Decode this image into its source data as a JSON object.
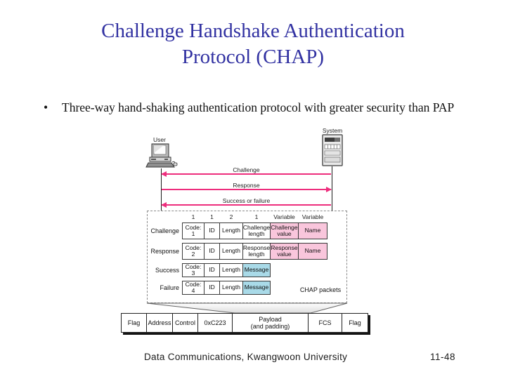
{
  "slide": {
    "title_line1": "Challenge Handshake Authentication",
    "title_line2": "Protocol (CHAP)",
    "bullet_marker": "•",
    "bullet_text": "Three-way hand-shaking authentication protocol with greater security than PAP",
    "footer": "Data Communications, Kwangwoon University",
    "page_number": "11-48"
  },
  "diagram": {
    "user_label": "User",
    "system_label": "System",
    "arrows": [
      {
        "label": "Challenge",
        "direction": "left"
      },
      {
        "label": "Response",
        "direction": "right"
      },
      {
        "label": "Success or failure",
        "direction": "left"
      }
    ],
    "packet_table": {
      "col_headers": [
        "1",
        "1",
        "2",
        "1",
        "Variable",
        "Variable"
      ],
      "rows": [
        {
          "label": "Challenge",
          "cells": [
            {
              "text": "Code: 1",
              "fill": "#ffffff"
            },
            {
              "text": "ID",
              "fill": "#ffffff"
            },
            {
              "text": "Length",
              "fill": "#ffffff"
            },
            {
              "text": "Challenge length",
              "fill": "#ffffff"
            },
            {
              "text": "Challenge value",
              "fill": "#f9c6dc"
            },
            {
              "text": "Name",
              "fill": "#f9c6dc"
            }
          ]
        },
        {
          "label": "Response",
          "cells": [
            {
              "text": "Code: 2",
              "fill": "#ffffff"
            },
            {
              "text": "ID",
              "fill": "#ffffff"
            },
            {
              "text": "Length",
              "fill": "#ffffff"
            },
            {
              "text": "Response length",
              "fill": "#ffffff"
            },
            {
              "text": "Response value",
              "fill": "#f9c6dc"
            },
            {
              "text": "Name",
              "fill": "#f9c6dc"
            }
          ]
        },
        {
          "label": "Success",
          "cells": [
            {
              "text": "Code: 3",
              "fill": "#ffffff"
            },
            {
              "text": "ID",
              "fill": "#ffffff"
            },
            {
              "text": "Length",
              "fill": "#ffffff"
            },
            {
              "text": "Message",
              "fill": "#a9dae8"
            }
          ]
        },
        {
          "label": "Failure",
          "cells": [
            {
              "text": "Code: 4",
              "fill": "#ffffff"
            },
            {
              "text": "ID",
              "fill": "#ffffff"
            },
            {
              "text": "Length",
              "fill": "#ffffff"
            },
            {
              "text": "Message",
              "fill": "#a9dae8"
            }
          ]
        }
      ],
      "caption": "CHAP packets"
    },
    "frame": {
      "cells": [
        {
          "text": "Flag",
          "fill": "#fef200"
        },
        {
          "text": "Address",
          "fill": "#b2d235"
        },
        {
          "text": "Control",
          "fill": "#d9a97e"
        },
        {
          "text": "0xC223",
          "fill": "#ffffff"
        },
        {
          "text": "Payload",
          "subtext": "(and padding)",
          "fill": "#a7d8e6"
        },
        {
          "text": "FCS",
          "fill": "#d9a97e"
        },
        {
          "text": "Flag",
          "fill": "#fef200"
        }
      ]
    },
    "icons": {
      "user": "desktop-computer-icon",
      "system": "server-icon"
    },
    "colors": {
      "title": "#3232a2",
      "arrow": "#ee2d7d",
      "pink_cell": "#f9c6dc",
      "blue_cell": "#a9dae8",
      "yellow_cell": "#fef200",
      "green_cell": "#b2d235",
      "tan_cell": "#d9a97e"
    }
  }
}
